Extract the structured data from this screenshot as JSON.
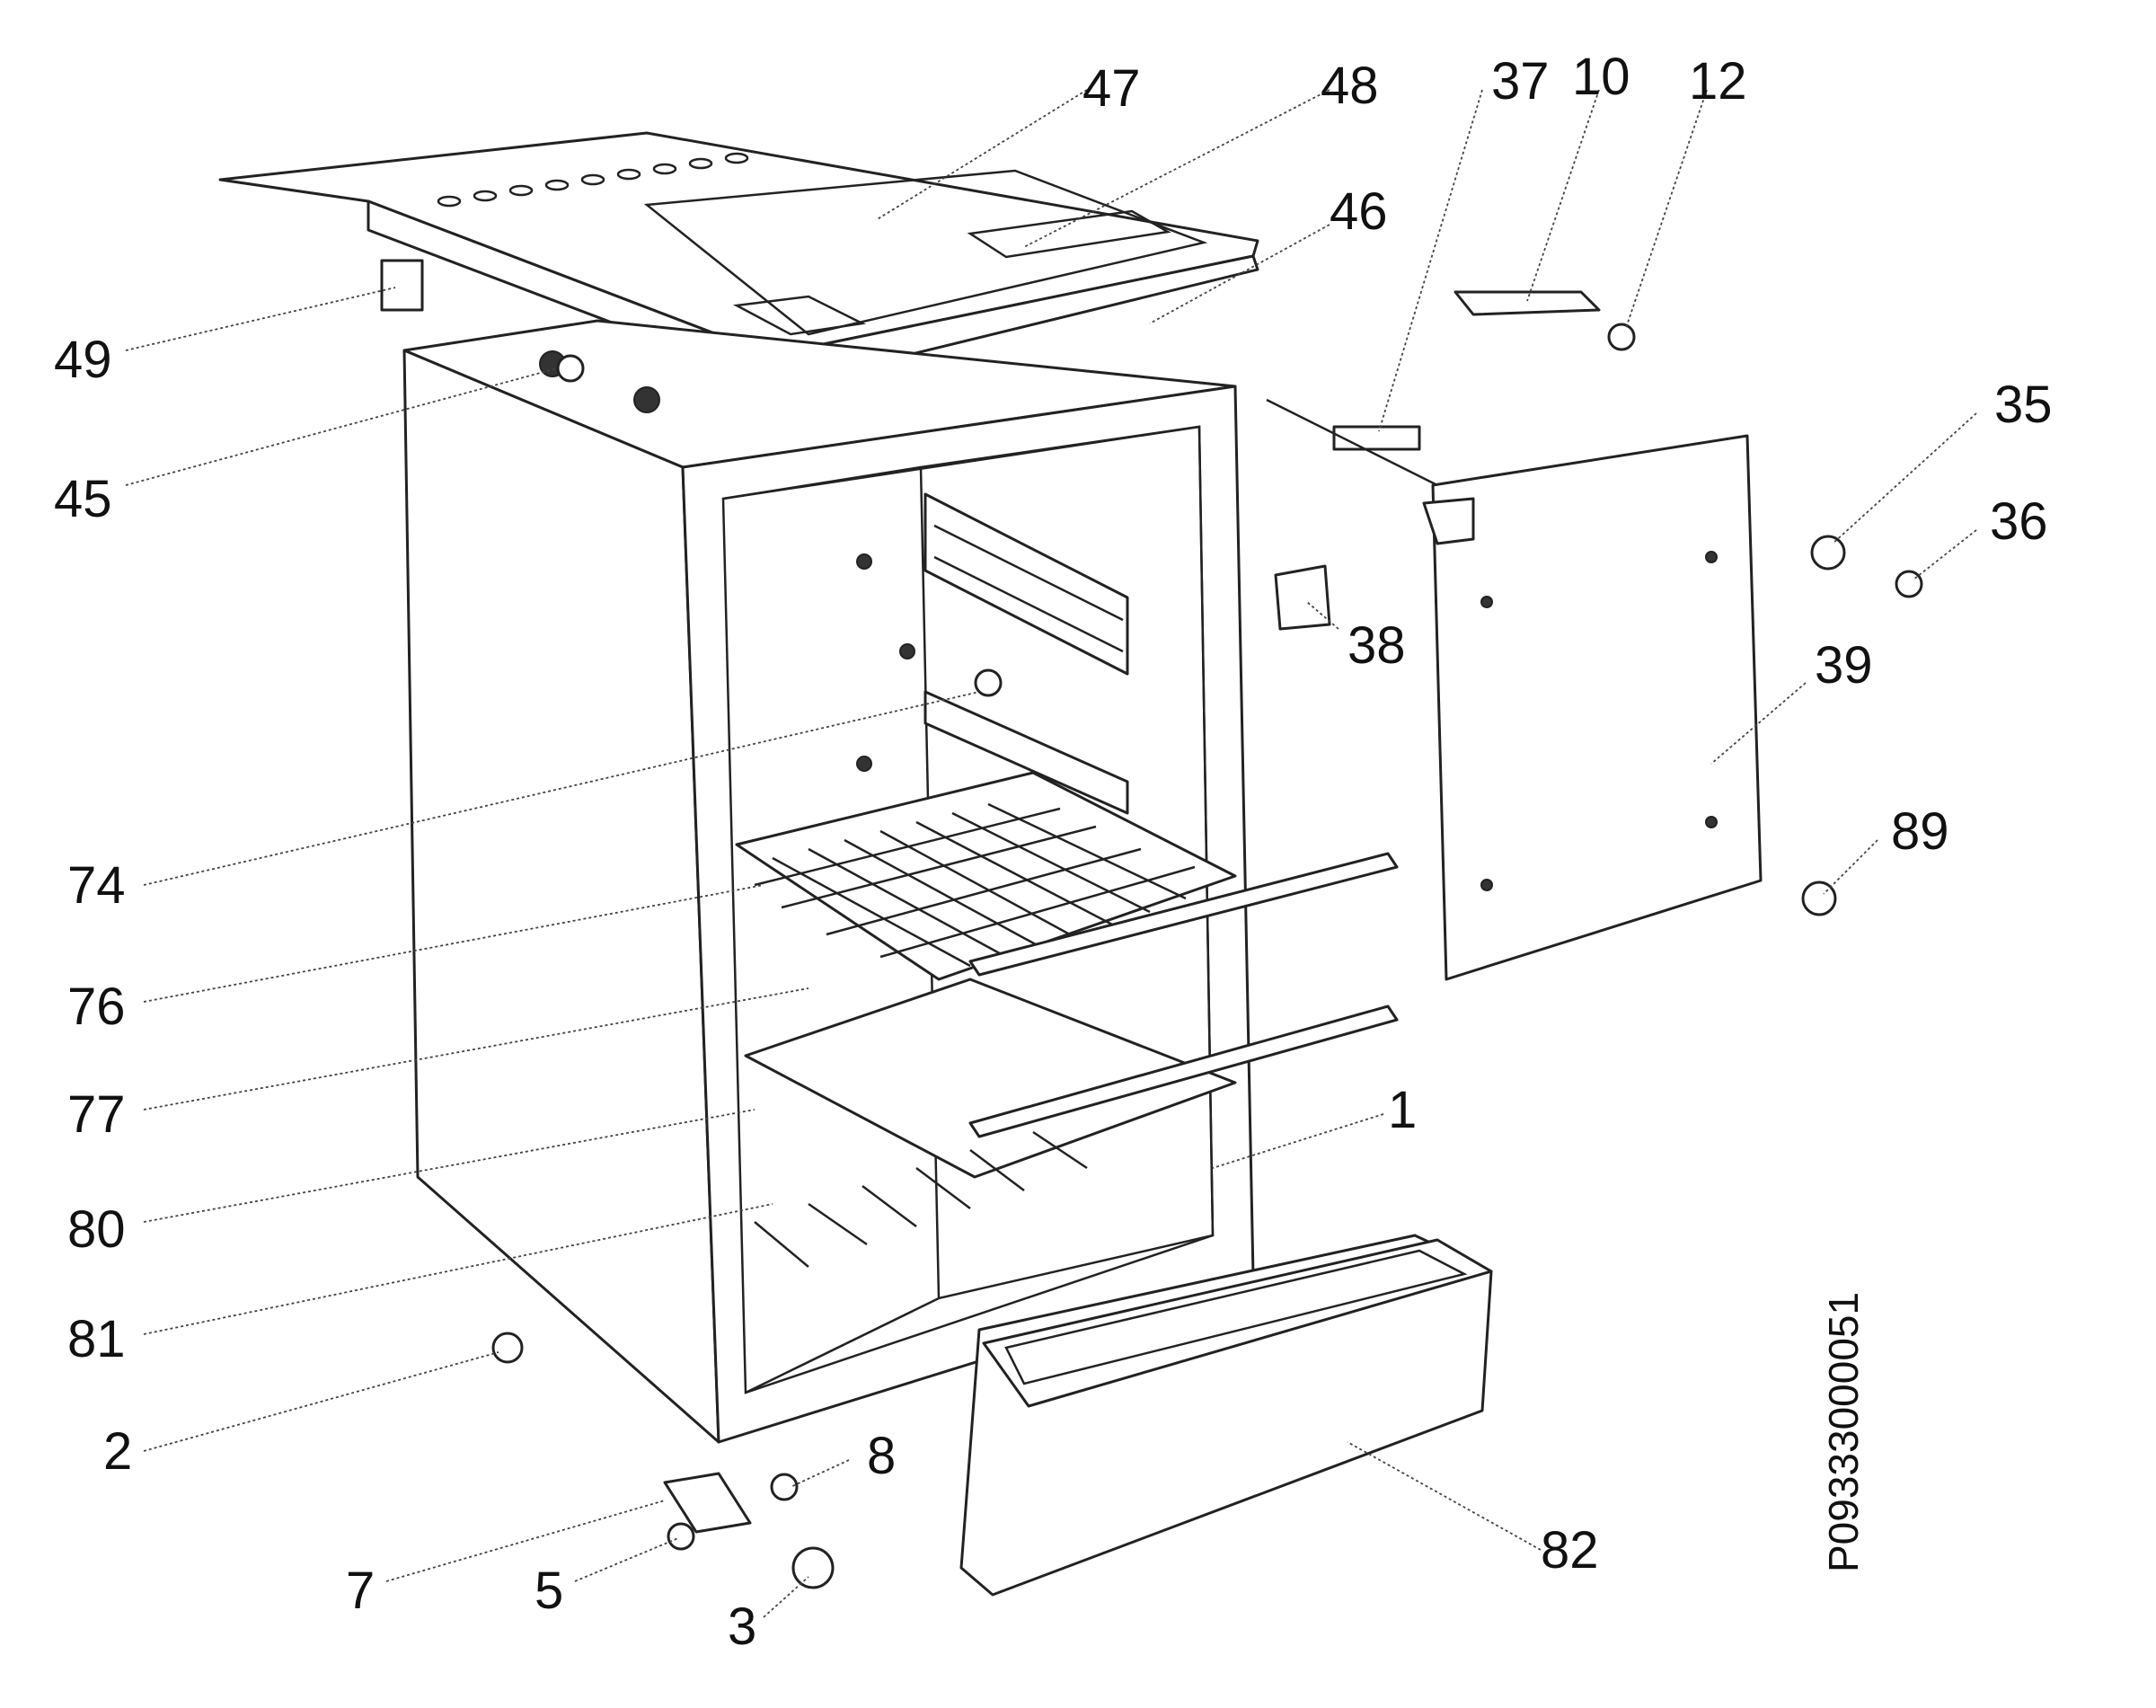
{
  "callouts": {
    "c47": "47",
    "c48": "48",
    "c37": "37",
    "c10": "10",
    "c12": "12",
    "c46": "46",
    "c49": "49",
    "c45": "45",
    "c35": "35",
    "c36": "36",
    "c38": "38",
    "c39": "39",
    "c74": "74",
    "c89": "89",
    "c76": "76",
    "c77": "77",
    "c1": "1",
    "c80": "80",
    "c81": "81",
    "c2": "2",
    "c8": "8",
    "c82": "82",
    "c7": "7",
    "c5": "5",
    "c3": "3"
  },
  "drawing_code": "P09333000051"
}
